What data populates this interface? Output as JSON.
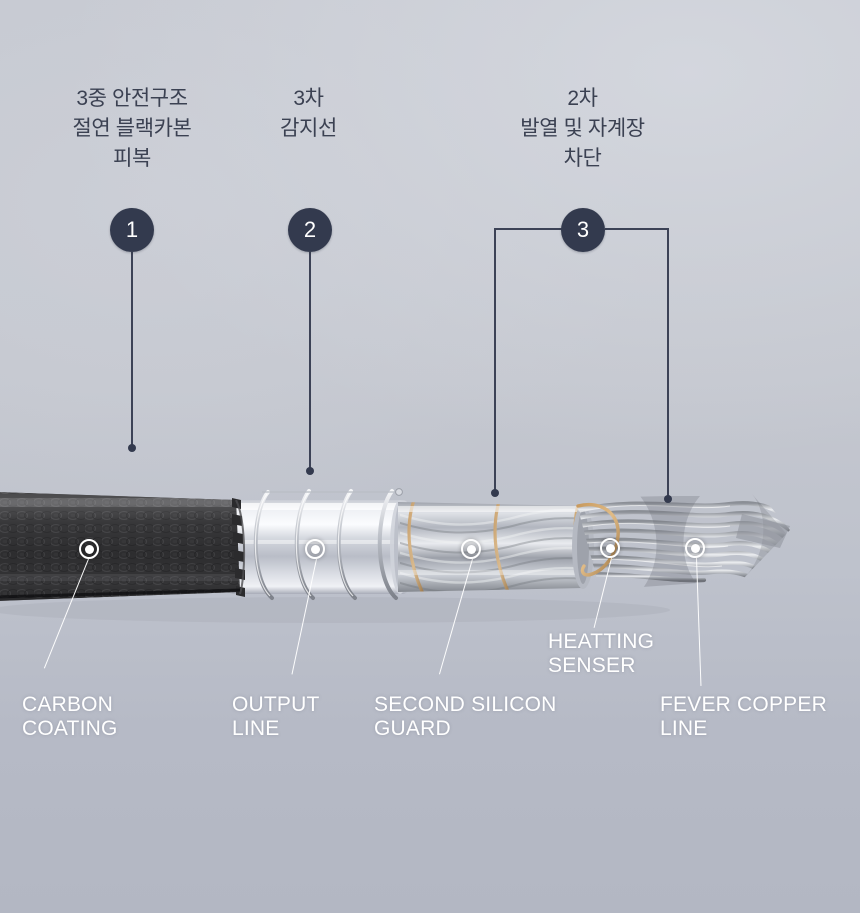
{
  "background": {
    "top_color": "#c6c9d1",
    "bottom_color": "#b3b7c3",
    "accent_navy": "#333a4e",
    "label_white": "#ffffff",
    "korean_text_color": "#3b4152"
  },
  "callouts_top": [
    {
      "number": "1",
      "title": "3중 안전구조\n절연 블랙카본\n피복"
    },
    {
      "number": "2",
      "title": "3차\n감지선"
    },
    {
      "number": "3",
      "title": "2차\n발열 및 자계장\n차단"
    }
  ],
  "callouts_bottom": [
    {
      "label": "CARBON\nCOATING",
      "marker": "carbon-coating-marker"
    },
    {
      "label": "OUTPUT\nLINE",
      "marker": "output-line-marker"
    },
    {
      "label": "SECOND SILICON\nGUARD",
      "marker": "second-silicon-guard-marker"
    },
    {
      "label": "HEATTING\nSENSER",
      "marker": "heatting-senser-marker"
    },
    {
      "label": "FEVER COPPER\nLINE",
      "marker": "fever-copper-line-marker"
    }
  ],
  "product": {
    "name": "cutaway-heating-cable",
    "layers": [
      {
        "name": "carbon-coating",
        "desc": "braided black carbon outer jacket"
      },
      {
        "name": "output-line",
        "desc": "translucent tube with helical steel wire"
      },
      {
        "name": "second-silicon-guard",
        "desc": "twisted silver strands with copper helix"
      },
      {
        "name": "heatting-senser",
        "desc": "copper sensor loop"
      },
      {
        "name": "fever-copper-line",
        "desc": "twisted steel/copper conductor bundle"
      }
    ]
  }
}
